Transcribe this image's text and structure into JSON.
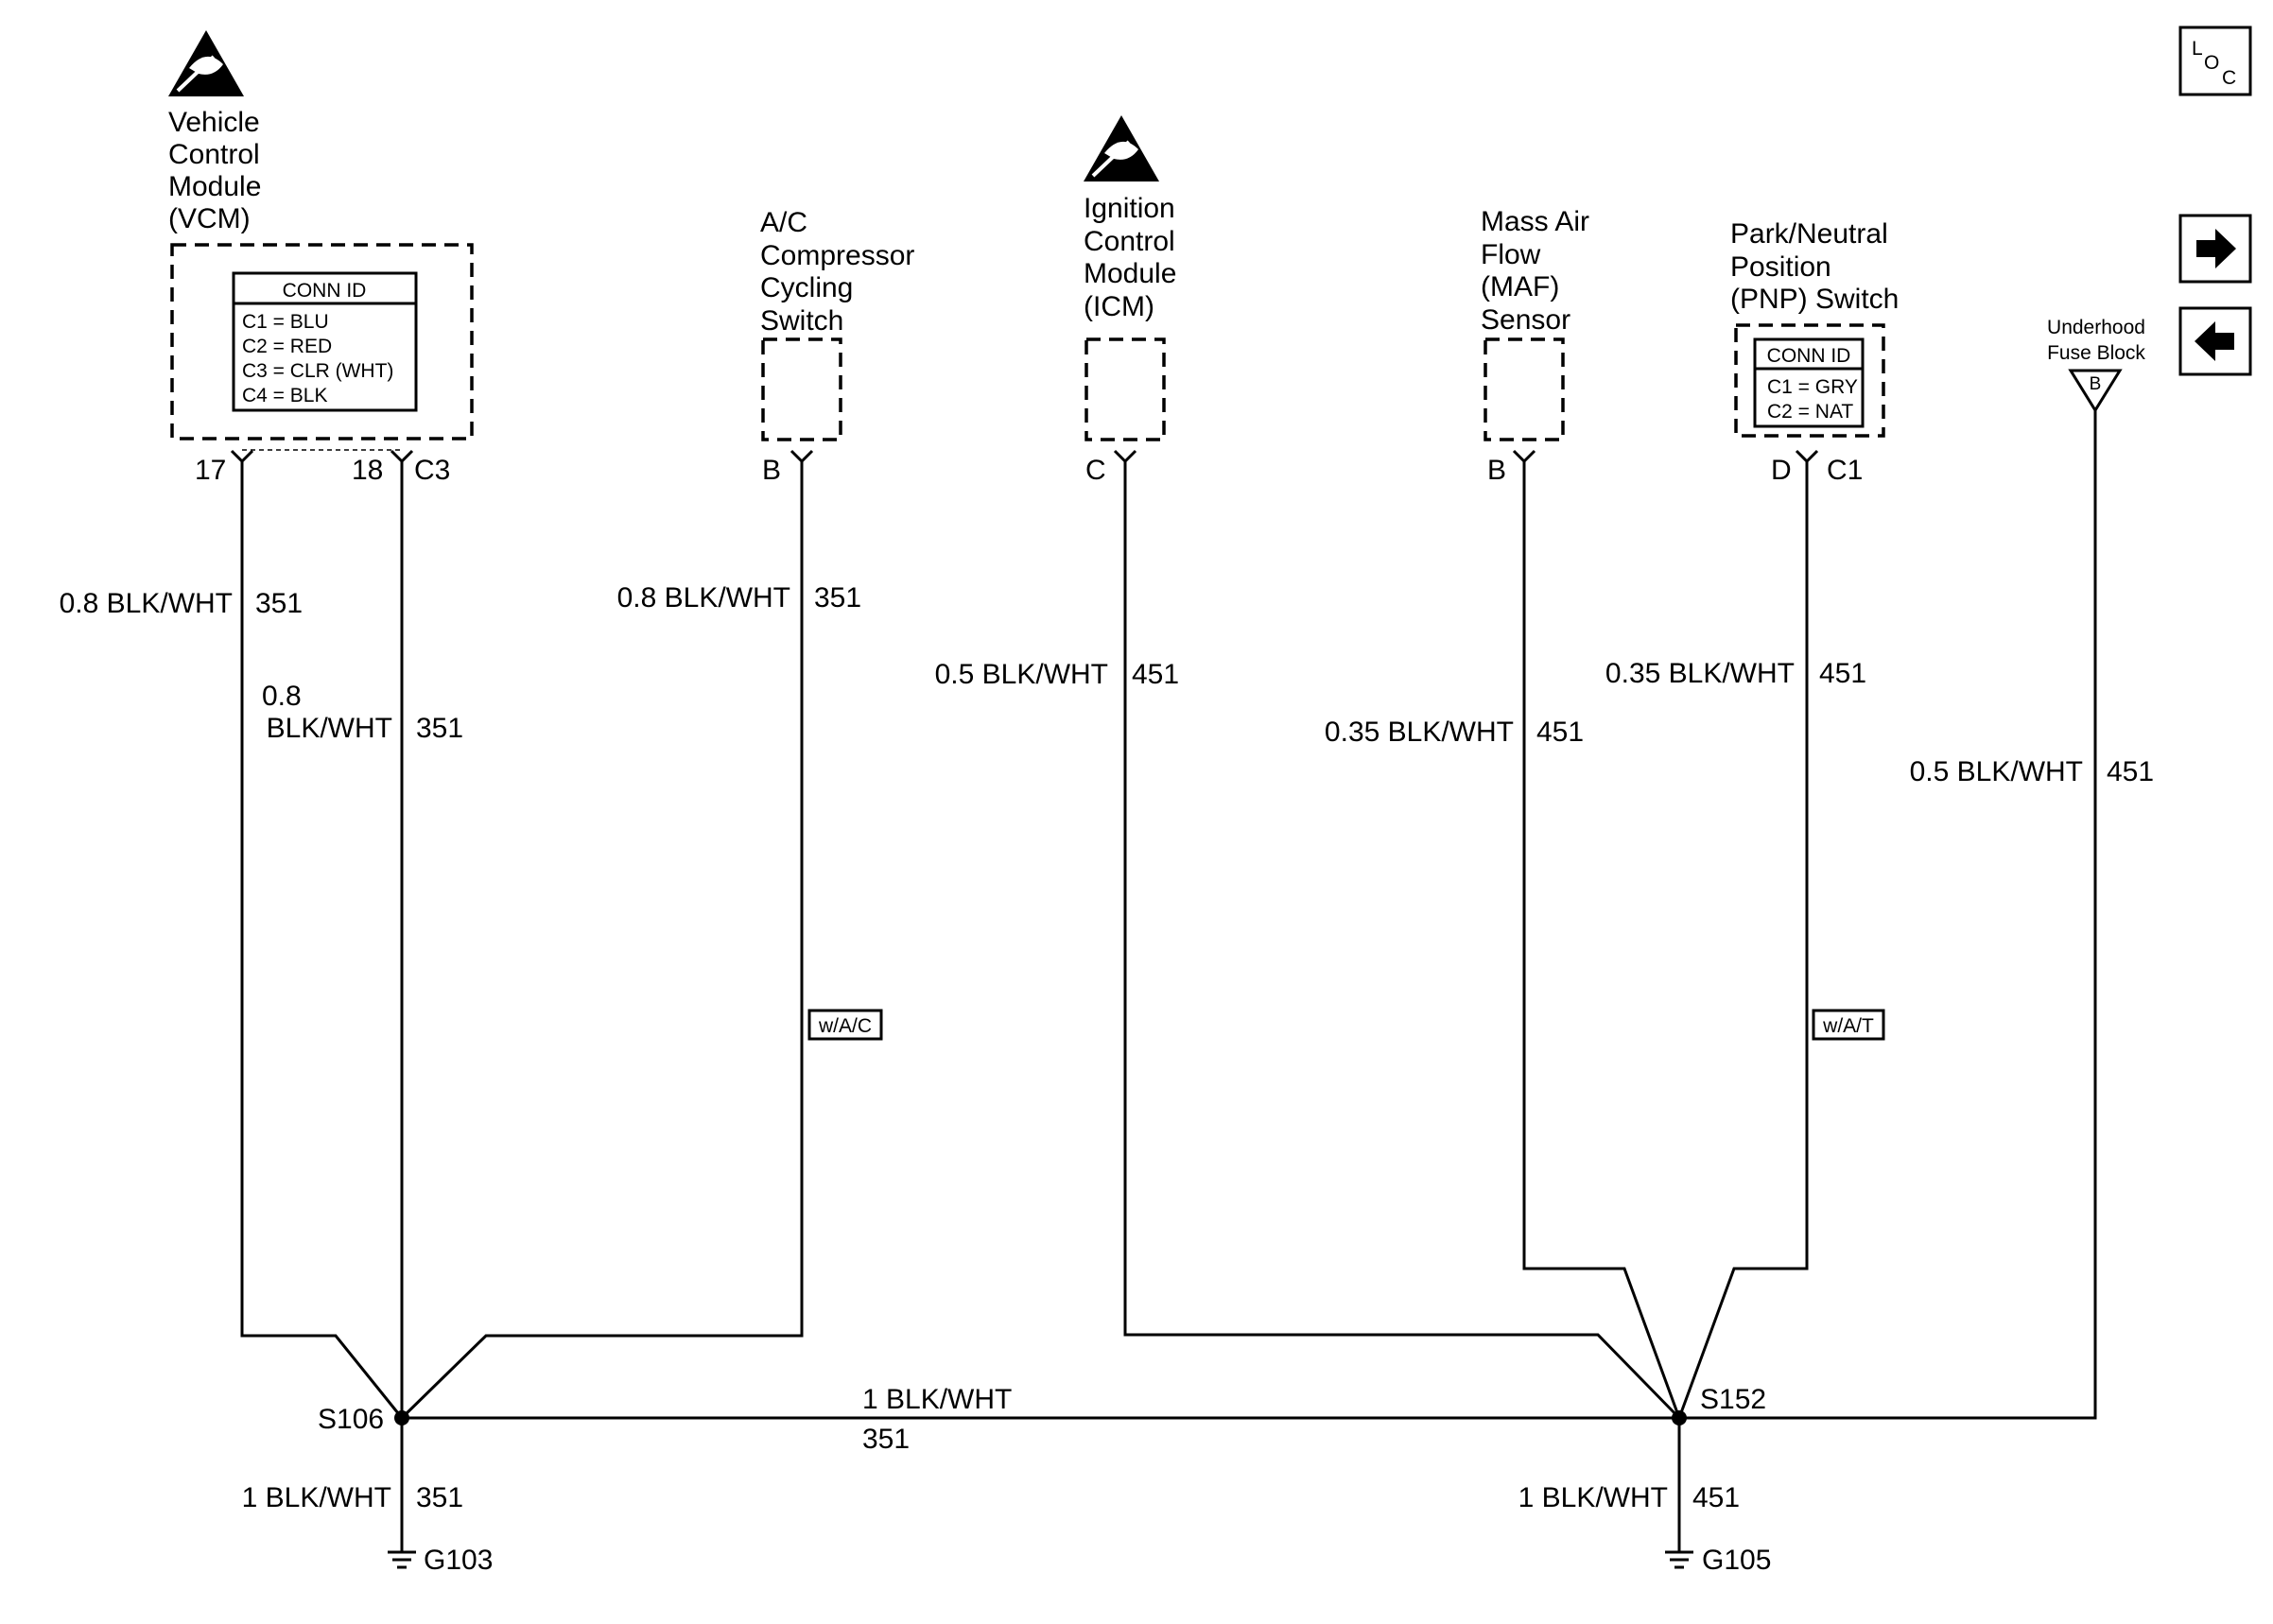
{
  "components": {
    "vcm": {
      "name": [
        "Vehicle",
        "Control",
        "Module",
        "(VCM)"
      ],
      "conn_title": "CONN ID",
      "conn_items": [
        "C1 = BLU",
        "C2 = RED",
        "C3 = CLR (WHT)",
        "C4 = BLK"
      ],
      "pin_a": "17",
      "pin_b": "18",
      "pin_conn": "C3"
    },
    "ac_switch": {
      "name": [
        "A/C",
        "Compressor",
        "Cycling",
        "Switch"
      ],
      "pin": "B"
    },
    "icm": {
      "name": [
        "Ignition",
        "Control",
        "Module",
        "(ICM)"
      ],
      "pin": "C"
    },
    "maf": {
      "name": [
        "Mass Air",
        "Flow",
        "(MAF)",
        "Sensor"
      ],
      "pin": "B"
    },
    "pnp": {
      "name": [
        "Park/Neutral",
        "Position",
        "(PNP) Switch"
      ],
      "conn_title": "CONN ID",
      "conn_items": [
        "C1 = GRY",
        "C2 = NAT"
      ],
      "pin": "D",
      "pin_conn": "C1"
    },
    "fuse_block": {
      "name": [
        "Underhood",
        "Fuse Block"
      ],
      "pin": "B"
    }
  },
  "wires": {
    "vcm17": {
      "gauge_color": "0.8 BLK/WHT",
      "circuit": "351"
    },
    "vcm18": {
      "gauge_color_1": "0.8",
      "gauge_color_2": "BLK/WHT",
      "circuit": "351"
    },
    "ac": {
      "gauge_color": "0.8 BLK/WHT",
      "circuit": "351"
    },
    "icm": {
      "gauge_color": "0.5 BLK/WHT",
      "circuit": "451"
    },
    "maf": {
      "gauge_color": "0.35 BLK/WHT",
      "circuit": "451"
    },
    "pnp": {
      "gauge_color": "0.35 BLK/WHT",
      "circuit": "451"
    },
    "fuse": {
      "gauge_color": "0.5 BLK/WHT",
      "circuit": "451"
    },
    "bus": {
      "gauge_color": "1 BLK/WHT",
      "circuit": "351"
    },
    "g103": {
      "gauge_color": "1 BLK/WHT",
      "circuit": "351"
    },
    "g105": {
      "gauge_color": "1 BLK/WHT",
      "circuit": "451"
    }
  },
  "options": {
    "ac": "w/A/C",
    "pnp": "w/A/T"
  },
  "splices": {
    "s106": "S106",
    "s152": "S152"
  },
  "grounds": {
    "g103": "G103",
    "g105": "G105"
  },
  "nav": {
    "loc_l": "L",
    "loc_o": "O",
    "loc_c": "C",
    "next_icon": "arrow-right-icon",
    "prev_icon": "arrow-left-icon"
  }
}
